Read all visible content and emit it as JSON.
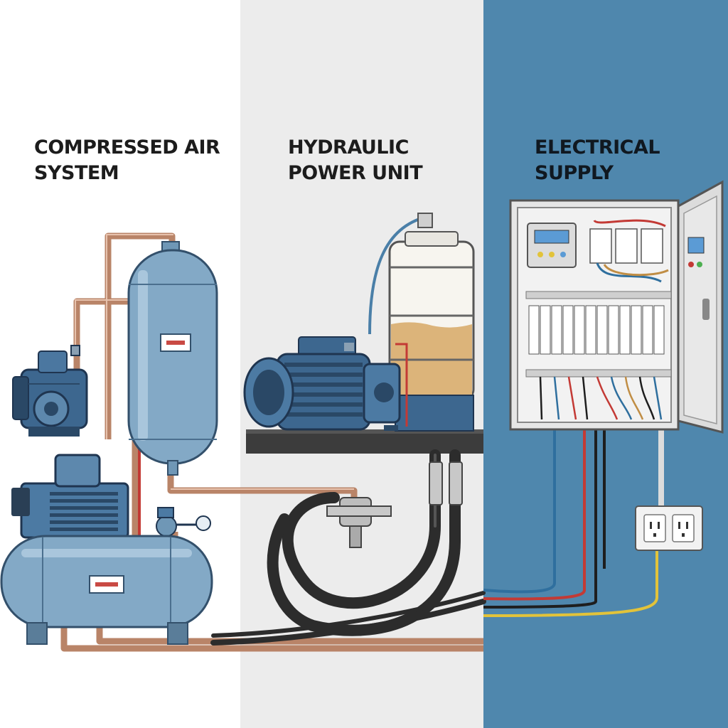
{
  "sections": [
    {
      "id": "air",
      "title_lines": [
        "COMPRESSED AIR",
        "SYSTEM"
      ]
    },
    {
      "id": "hydraulic",
      "title_lines": [
        "HYDRAULIC",
        "POWER UNIT"
      ]
    },
    {
      "id": "electrical",
      "title_lines": [
        "ELECTRICAL",
        "SUPPLY"
      ]
    }
  ],
  "colors": {
    "air_background": "#ffffff",
    "hydraulic_background": "#ececec",
    "electrical_background": "#4f87ad",
    "tank_blue": "#7fa7c6",
    "motor_blue": "#3c6a96",
    "copper_pipe": "#c08d74",
    "hydraulic_oil": "#dcb47a",
    "cabinet_gray": "#e6e6e6",
    "hose_black": "#2c2c2c"
  },
  "icons": [
    "air-receiver-tank-icon",
    "horizontal-air-tank-icon",
    "air-compressor-icon",
    "electric-motor-icon",
    "hydraulic-reservoir-icon",
    "hydraulic-hose-icon",
    "electrical-cabinet-icon",
    "terminal-block-icon",
    "power-outlet-icon"
  ]
}
